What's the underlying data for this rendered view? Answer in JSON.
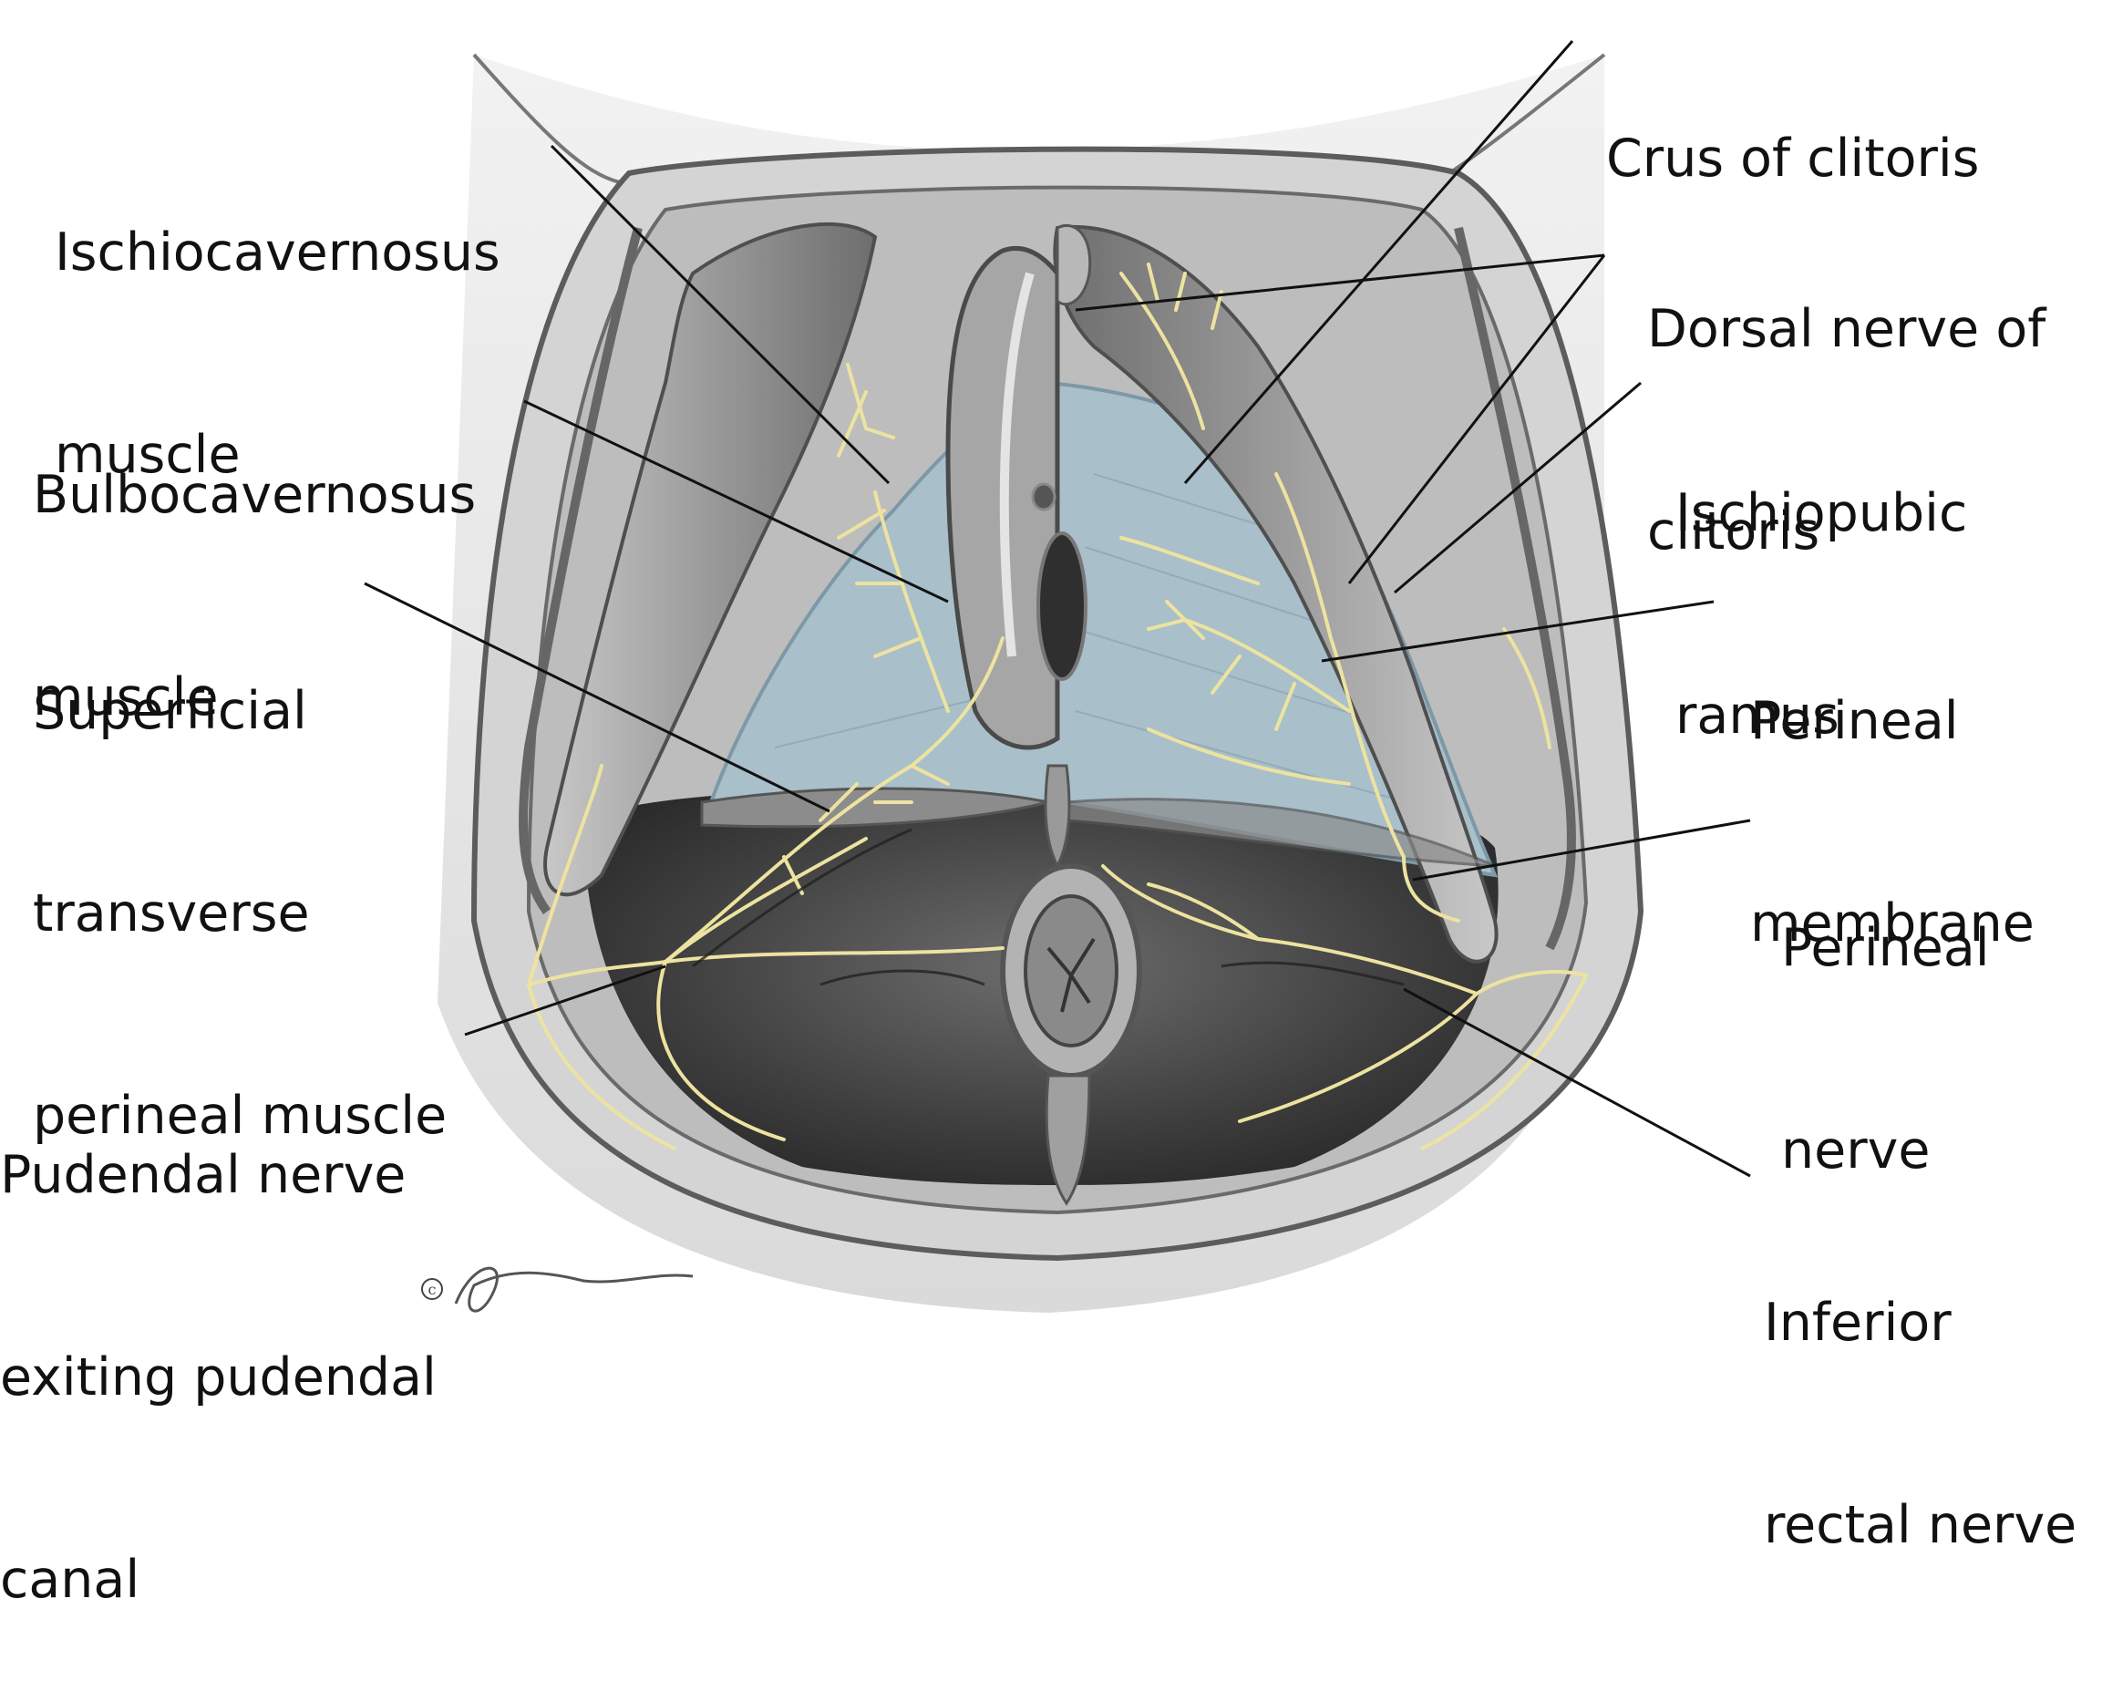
{
  "labels": {
    "crus": [
      "Crus of clitoris"
    ],
    "ischiocav": [
      "Ischiocavernosus",
      "muscle"
    ],
    "dorsal": [
      "Dorsal nerve of",
      "clitoris"
    ],
    "bulbocav": [
      "Bulbocavernosus",
      "muscle"
    ],
    "ischiopubic": [
      "Ischiopubic",
      "ramus"
    ],
    "superficial": [
      "Superficial",
      "transverse",
      "perineal muscle"
    ],
    "membrane": [
      "Perineal",
      "membrane"
    ],
    "perinealnerve": [
      "Perineal",
      "nerve"
    ],
    "pudendal": [
      "Pudendal nerve",
      "exiting pudendal",
      "canal"
    ],
    "rectal": [
      "Inferior",
      "rectal nerve"
    ]
  },
  "colors": {
    "nerve": "#ede3a0",
    "membrane": "#a9bfca",
    "tissue": "#8f8f8f",
    "leader": "#111111"
  },
  "signature": "S.E. Calver"
}
